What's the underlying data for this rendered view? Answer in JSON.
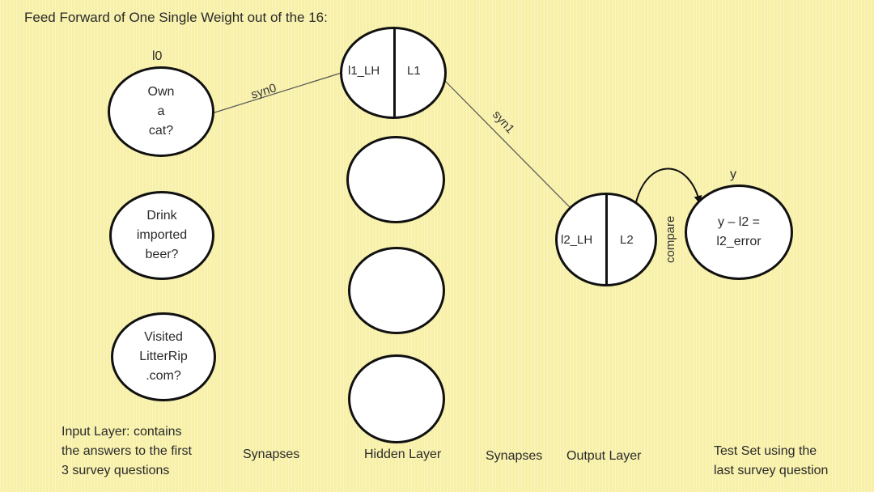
{
  "title": "Feed Forward of One Single Weight out of the 16:",
  "input_layer": {
    "header": "l0",
    "nodes": [
      {
        "lines": [
          "Own",
          "a",
          "cat?"
        ]
      },
      {
        "lines": [
          "Drink",
          "imported",
          "beer?"
        ]
      },
      {
        "lines": [
          "Visited",
          "LitterRip",
          ".com?"
        ]
      }
    ]
  },
  "hidden_layer": {
    "split_node": {
      "left": "l1_LH",
      "right": "L1"
    }
  },
  "output_layer": {
    "split_node": {
      "left": "l2_LH",
      "right": "L2"
    }
  },
  "target": {
    "header": "y",
    "lines": [
      "y – l2 =",
      "l2_error"
    ]
  },
  "edges": {
    "syn0": "syn0",
    "syn1": "syn1",
    "compare": "compare"
  },
  "captions": {
    "input": [
      "Input Layer: contains",
      "the answers to the first",
      "3 survey questions"
    ],
    "synapses_1": "Synapses",
    "hidden": "Hidden Layer",
    "synapses_2": "Synapses",
    "output": "Output Layer",
    "test_set": [
      "Test Set using the",
      "last survey question"
    ]
  }
}
